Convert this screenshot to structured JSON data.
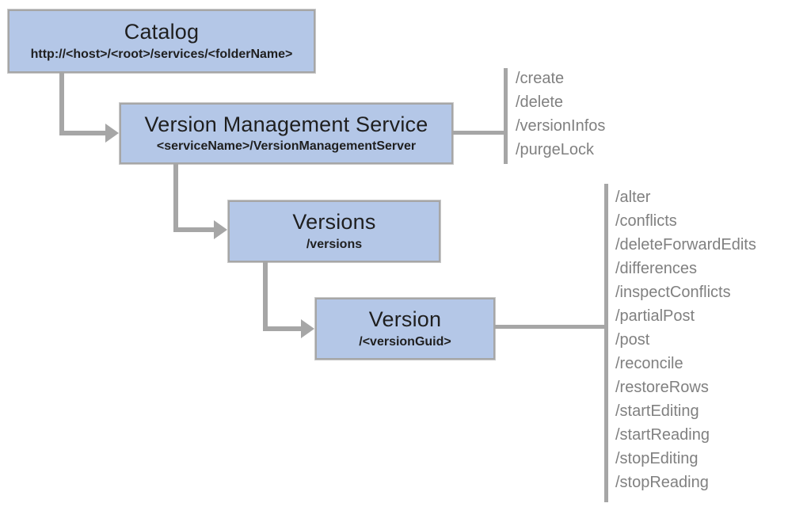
{
  "nodes": {
    "catalog": {
      "title": "Catalog",
      "subtitle": "http://<host>/<root>/services/<folderName>"
    },
    "vms": {
      "title": "Version Management Service",
      "subtitle": "<serviceName>/VersionManagementServer"
    },
    "versions": {
      "title": "Versions",
      "subtitle": "/versions"
    },
    "version": {
      "title": "Version",
      "subtitle": "/<versionGuid>"
    }
  },
  "vms_operations": [
    "/create",
    "/delete",
    "/versionInfos",
    "/purgeLock"
  ],
  "version_operations": [
    "/alter",
    "/conflicts",
    "/deleteForwardEdits",
    "/differences",
    "/inspectConflicts",
    "/partialPost",
    "/post",
    "/reconcile",
    "/restoreRows",
    "/startEditing",
    "/startReading",
    "/stopEditing",
    "/stopReading"
  ],
  "colors": {
    "node_fill": "#b4c7e7",
    "node_border": "#a6a6a6",
    "connector": "#a6a6a6",
    "operation_text": "#808080",
    "node_text": "#1f1f1f",
    "background": "#ffffff"
  }
}
